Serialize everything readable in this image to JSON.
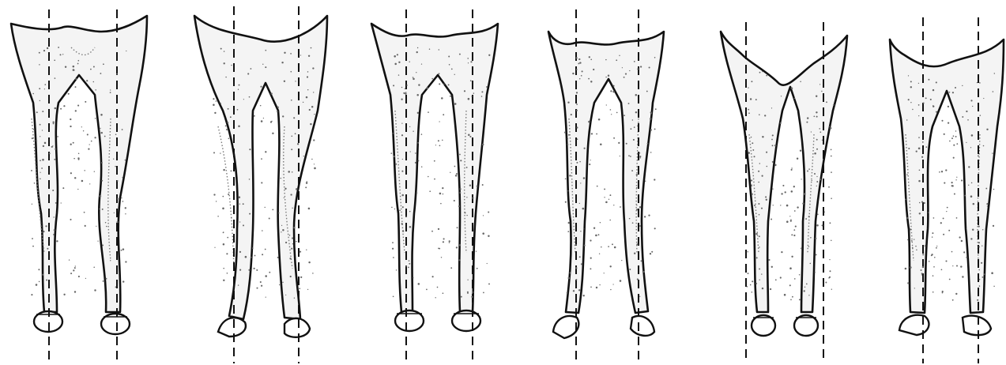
{
  "figure": {
    "panels": [
      {
        "id": 1,
        "feet": "toe-in"
      },
      {
        "id": 2,
        "feet": "bowlegged"
      },
      {
        "id": 3,
        "feet": "straight"
      },
      {
        "id": 4,
        "feet": "toe-out"
      },
      {
        "id": 5,
        "feet": "narrow"
      },
      {
        "id": 6,
        "feet": "straight"
      }
    ]
  }
}
